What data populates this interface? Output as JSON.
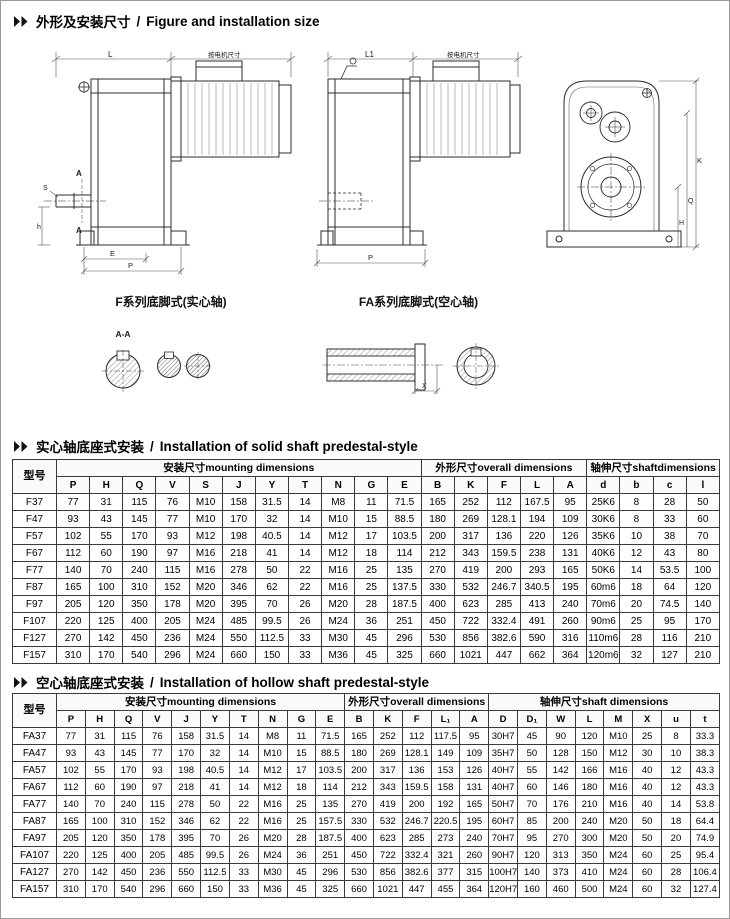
{
  "header": {
    "section1_zh": "外形及安装尺寸",
    "section1_sep": "/",
    "section1_en": "Figure and installation size",
    "section2_zh": "实心轴底座式安装",
    "section2_sep": "/",
    "section2_en": "Installation of solid shaft predestal-style",
    "section3_zh": "空心轴底座式安装",
    "section3_sep": "/",
    "section3_en": "Installation of hollow shaft predestal-style"
  },
  "figures": {
    "caption_solid": "F系列底脚式(实心轴)",
    "caption_hollow": "FA系列底脚式(空心轴)",
    "labels": {
      "L": "L",
      "L1": "L1",
      "motor_size": "按电机尺寸",
      "P": "P",
      "E": "E",
      "S": "S",
      "h": "h",
      "A": "A",
      "section_aa": "A-A",
      "K": "K",
      "Q": "Q",
      "H": "H",
      "X": "X"
    }
  },
  "tables": {
    "solid": {
      "model_header": "型号",
      "groups": [
        {
          "label": "安装尺寸mounting dimensions",
          "cols": [
            "P",
            "H",
            "Q",
            "V",
            "S",
            "J",
            "Y",
            "T",
            "N",
            "G",
            "E"
          ]
        },
        {
          "label": "外形尺寸overall dimensions",
          "cols": [
            "B",
            "K",
            "F",
            "L",
            "A"
          ]
        },
        {
          "label": "轴伸尺寸shaftdimensions",
          "cols": [
            "d",
            "b",
            "c",
            "l"
          ]
        }
      ],
      "rows": [
        {
          "model": "F37",
          "values": [
            77,
            31,
            115,
            76,
            "M10",
            158,
            31.5,
            14,
            "M8",
            11,
            71.5,
            165,
            252,
            112,
            167.5,
            95,
            "25K6",
            8,
            28,
            50
          ]
        },
        {
          "model": "F47",
          "values": [
            93,
            43,
            145,
            77,
            "M10",
            170,
            32,
            14,
            "M10",
            15,
            88.5,
            180,
            269,
            128.1,
            194,
            109,
            "30K6",
            8,
            33,
            60
          ]
        },
        {
          "model": "F57",
          "values": [
            102,
            55,
            170,
            93,
            "M12",
            198,
            40.5,
            14,
            "M12",
            17,
            103.5,
            200,
            317,
            136,
            220,
            126,
            "35K6",
            10,
            38,
            70
          ]
        },
        {
          "model": "F67",
          "values": [
            112,
            60,
            190,
            97,
            "M16",
            218,
            41,
            14,
            "M12",
            18,
            114,
            212,
            343,
            159.5,
            238,
            131,
            "40K6",
            12,
            43,
            80
          ]
        },
        {
          "model": "F77",
          "values": [
            140,
            70,
            240,
            115,
            "M16",
            278,
            50,
            22,
            "M16",
            25,
            135,
            270,
            419,
            200,
            293,
            165,
            "50K6",
            14,
            53.5,
            100
          ]
        },
        {
          "model": "F87",
          "values": [
            165,
            100,
            310,
            152,
            "M20",
            346,
            62,
            22,
            "M16",
            25,
            137.5,
            330,
            532,
            246.7,
            340.5,
            195,
            "60m6",
            18,
            64,
            120
          ]
        },
        {
          "model": "F97",
          "values": [
            205,
            120,
            350,
            178,
            "M20",
            395,
            70,
            26,
            "M20",
            28,
            187.5,
            400,
            623,
            285,
            413,
            240,
            "70m6",
            20,
            74.5,
            140
          ]
        },
        {
          "model": "F107",
          "values": [
            220,
            125,
            400,
            205,
            "M24",
            485,
            99.5,
            26,
            "M24",
            36,
            251,
            450,
            722,
            332.4,
            491,
            260,
            "90m6",
            25,
            95,
            170
          ]
        },
        {
          "model": "F127",
          "values": [
            270,
            142,
            450,
            236,
            "M24",
            550,
            112.5,
            33,
            "M30",
            45,
            296,
            530,
            856,
            382.6,
            590,
            316,
            "110m6",
            28,
            116,
            210
          ]
        },
        {
          "model": "F157",
          "values": [
            310,
            170,
            540,
            296,
            "M24",
            660,
            150,
            33,
            "M36",
            45,
            325,
            660,
            1021,
            447,
            662,
            364,
            "120m6",
            32,
            127,
            210
          ]
        }
      ]
    },
    "hollow": {
      "model_header": "型号",
      "groups": [
        {
          "label": "安装尺寸mounting dimensions",
          "cols": [
            "P",
            "H",
            "Q",
            "V",
            "J",
            "Y",
            "T",
            "N",
            "G",
            "E"
          ]
        },
        {
          "label": "外形尺寸overall dimensions",
          "cols": [
            "B",
            "K",
            "F",
            "L₁",
            "A"
          ]
        },
        {
          "label": "轴伸尺寸shaft dimensions",
          "cols": [
            "D",
            "D₁",
            "W",
            "L",
            "M",
            "X",
            "u",
            "t"
          ]
        }
      ],
      "rows": [
        {
          "model": "FA37",
          "values": [
            77,
            31,
            115,
            76,
            158,
            31.5,
            14,
            "M8",
            11,
            71.5,
            165,
            252,
            112,
            117.5,
            95,
            "30H7",
            45,
            90,
            120,
            "M10",
            25,
            8,
            33.3
          ]
        },
        {
          "model": "FA47",
          "values": [
            93,
            43,
            145,
            77,
            170,
            32,
            14,
            "M10",
            15,
            88.5,
            180,
            269,
            128.1,
            149,
            109,
            "35H7",
            50,
            128,
            150,
            "M12",
            30,
            10,
            38.3
          ]
        },
        {
          "model": "FA57",
          "values": [
            102,
            55,
            170,
            93,
            198,
            40.5,
            14,
            "M12",
            17,
            103.5,
            200,
            317,
            136,
            153,
            126,
            "40H7",
            55,
            142,
            166,
            "M16",
            40,
            12,
            43.3
          ]
        },
        {
          "model": "FA67",
          "values": [
            112,
            60,
            190,
            97,
            218,
            41,
            14,
            "M12",
            18,
            114,
            212,
            343,
            159.5,
            158,
            131,
            "40H7",
            60,
            146,
            180,
            "M16",
            40,
            12,
            43.3
          ]
        },
        {
          "model": "FA77",
          "values": [
            140,
            70,
            240,
            115,
            278,
            50,
            22,
            "M16",
            25,
            135,
            270,
            419,
            200,
            192,
            165,
            "50H7",
            70,
            176,
            210,
            "M16",
            40,
            14,
            53.8
          ]
        },
        {
          "model": "FA87",
          "values": [
            165,
            100,
            310,
            152,
            346,
            62,
            22,
            "M16",
            25,
            157.5,
            330,
            532,
            246.7,
            220.5,
            195,
            "60H7",
            85,
            200,
            240,
            "M20",
            50,
            18,
            64.4
          ]
        },
        {
          "model": "FA97",
          "values": [
            205,
            120,
            350,
            178,
            395,
            70,
            26,
            "M20",
            28,
            187.5,
            400,
            623,
            285,
            273,
            240,
            "70H7",
            95,
            270,
            300,
            "M20",
            50,
            20,
            74.9
          ]
        },
        {
          "model": "FA107",
          "values": [
            220,
            125,
            400,
            205,
            485,
            99.5,
            26,
            "M24",
            36,
            251,
            450,
            722,
            332.4,
            321,
            260,
            "90H7",
            120,
            313,
            350,
            "M24",
            60,
            25,
            95.4
          ]
        },
        {
          "model": "FA127",
          "values": [
            270,
            142,
            450,
            236,
            550,
            112.5,
            33,
            "M30",
            45,
            296,
            530,
            856,
            382.6,
            377,
            315,
            "100H7",
            140,
            373,
            410,
            "M24",
            60,
            28,
            106.4
          ]
        },
        {
          "model": "FA157",
          "values": [
            310,
            170,
            540,
            296,
            660,
            150,
            33,
            "M36",
            45,
            325,
            660,
            1021,
            447,
            455,
            364,
            "120H7",
            160,
            460,
            500,
            "M24",
            60,
            32,
            127.4
          ]
        }
      ]
    }
  }
}
